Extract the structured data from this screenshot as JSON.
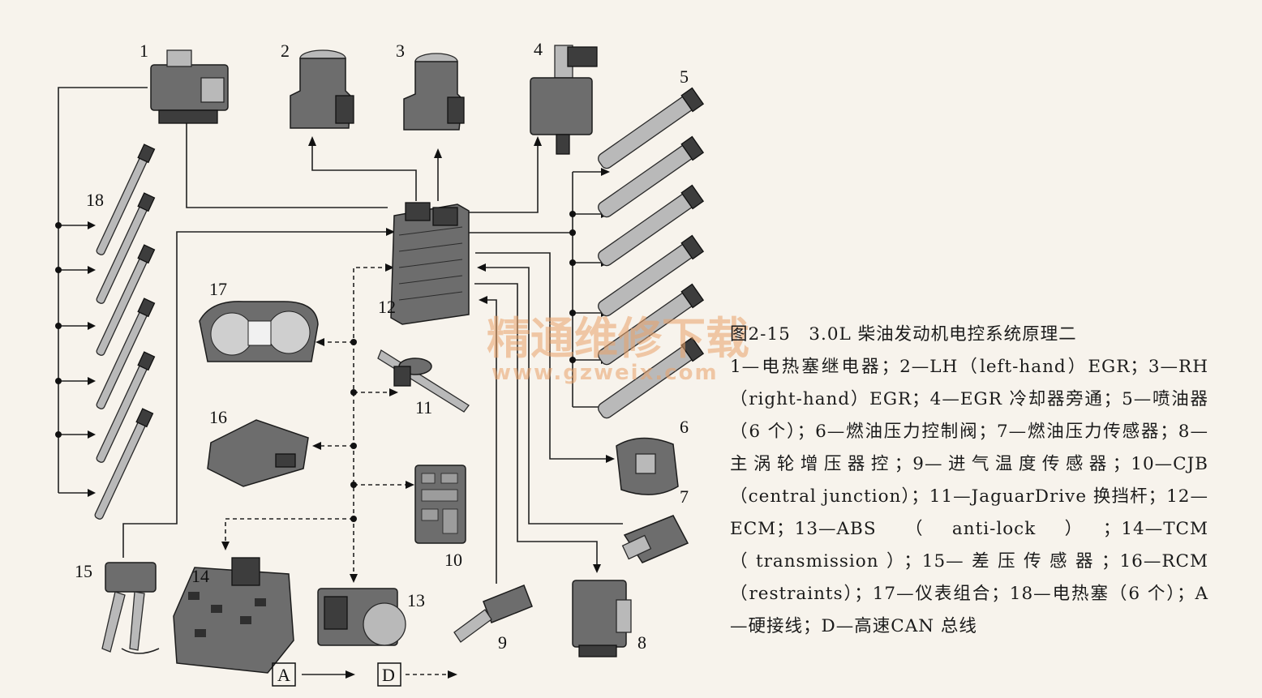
{
  "figure": {
    "caption_title": "图2-15　3.0L 柴油发动机电控系统原理二",
    "caption_body": "1—电热塞继电器；2—LH（left-hand）EGR；3—RH（right-hand）EGR；4—EGR 冷却器旁通；5—喷油器（6 个）；6—燃油压力控制阀；7—燃油压力传感器；8—主涡轮增压器控；9—进气温度传感器；10—CJB（central junction）；11—JaguarDrive 换挡杆；12—ECM；13—ABS（anti-lock）；14—TCM（transmission）；15—差压传感器；16—RCM（restraints）；17—仪表组合；18—电热塞（6 个）；A—硬接线；D—高速CAN 总线"
  },
  "labels": {
    "n1": "1",
    "n2": "2",
    "n3": "3",
    "n4": "4",
    "n5": "5",
    "n6": "6",
    "n7": "7",
    "n8": "8",
    "n9": "9",
    "n10": "10",
    "n11": "11",
    "n12": "12",
    "n13": "13",
    "n14": "14",
    "n15": "15",
    "n16": "16",
    "n17": "17",
    "n18": "18"
  },
  "legend": {
    "hardwired": "A",
    "can_bus": "D"
  },
  "watermark": {
    "cn": "精通维修下载",
    "url": "www.gzweix.com"
  },
  "colors": {
    "ink": "#1b1b1b",
    "background": "#f7f3ec",
    "watermark": "#e9a36a"
  }
}
